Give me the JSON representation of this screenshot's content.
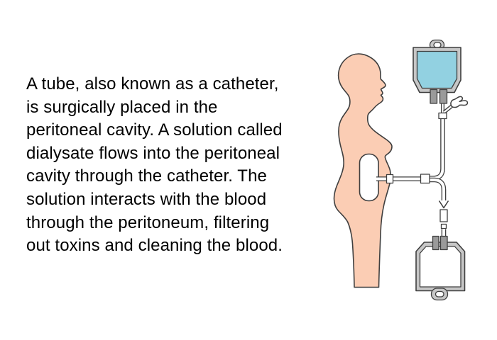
{
  "paragraph": {
    "lines": [
      "A tube, also known as a catheter,",
      "is surgically placed in the",
      "peritoneal cavity. A solution called",
      "dialysate flows into the peritoneal",
      "cavity through the catheter. The",
      "solution interacts with the blood",
      "through the peritoneum, filtering",
      "out toxins and cleaning the blood."
    ]
  },
  "illustration": {
    "subject": "peritoneal-dialysis-diagram",
    "colors": {
      "skin": "#fbcdb4",
      "outline": "#3f3f3f",
      "dialysate_fluid": "#92d1e1",
      "bag_frame": "#c7c7c7",
      "clamp": "#9a9a9a",
      "bag_interior": "#ffffff",
      "cavity": "#ffffff",
      "background": "#ffffff"
    }
  }
}
